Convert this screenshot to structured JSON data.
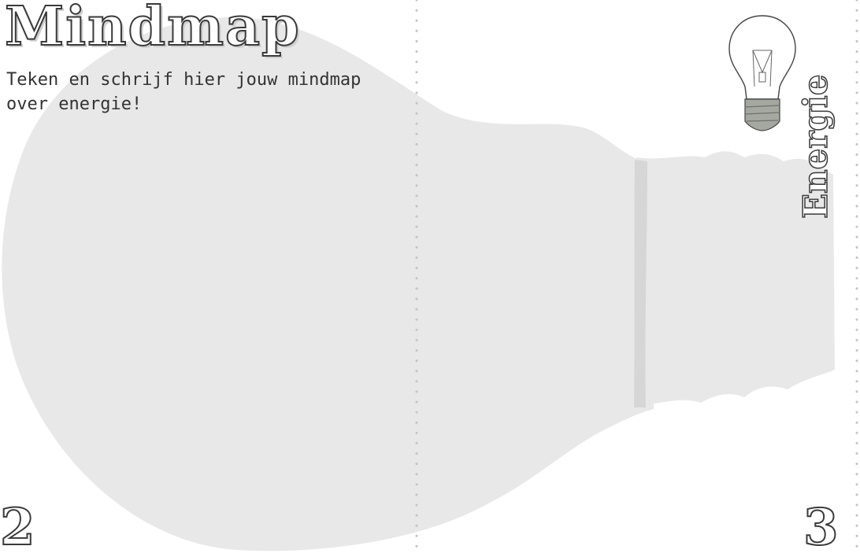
{
  "title": "Mindmap",
  "instruction": "Teken en schrijf hier jouw mindmap over energie!",
  "side_label": "Energie",
  "page_numbers": {
    "left": "2",
    "right": "3"
  },
  "colors": {
    "bulb_shape": "#e8e8e8",
    "bulb_band": "#d6d6d6",
    "dots": "#c4c4c4",
    "text": "#333333",
    "bulb_base": "#a4a8a0"
  },
  "icons": [
    "lightbulb-icon"
  ]
}
